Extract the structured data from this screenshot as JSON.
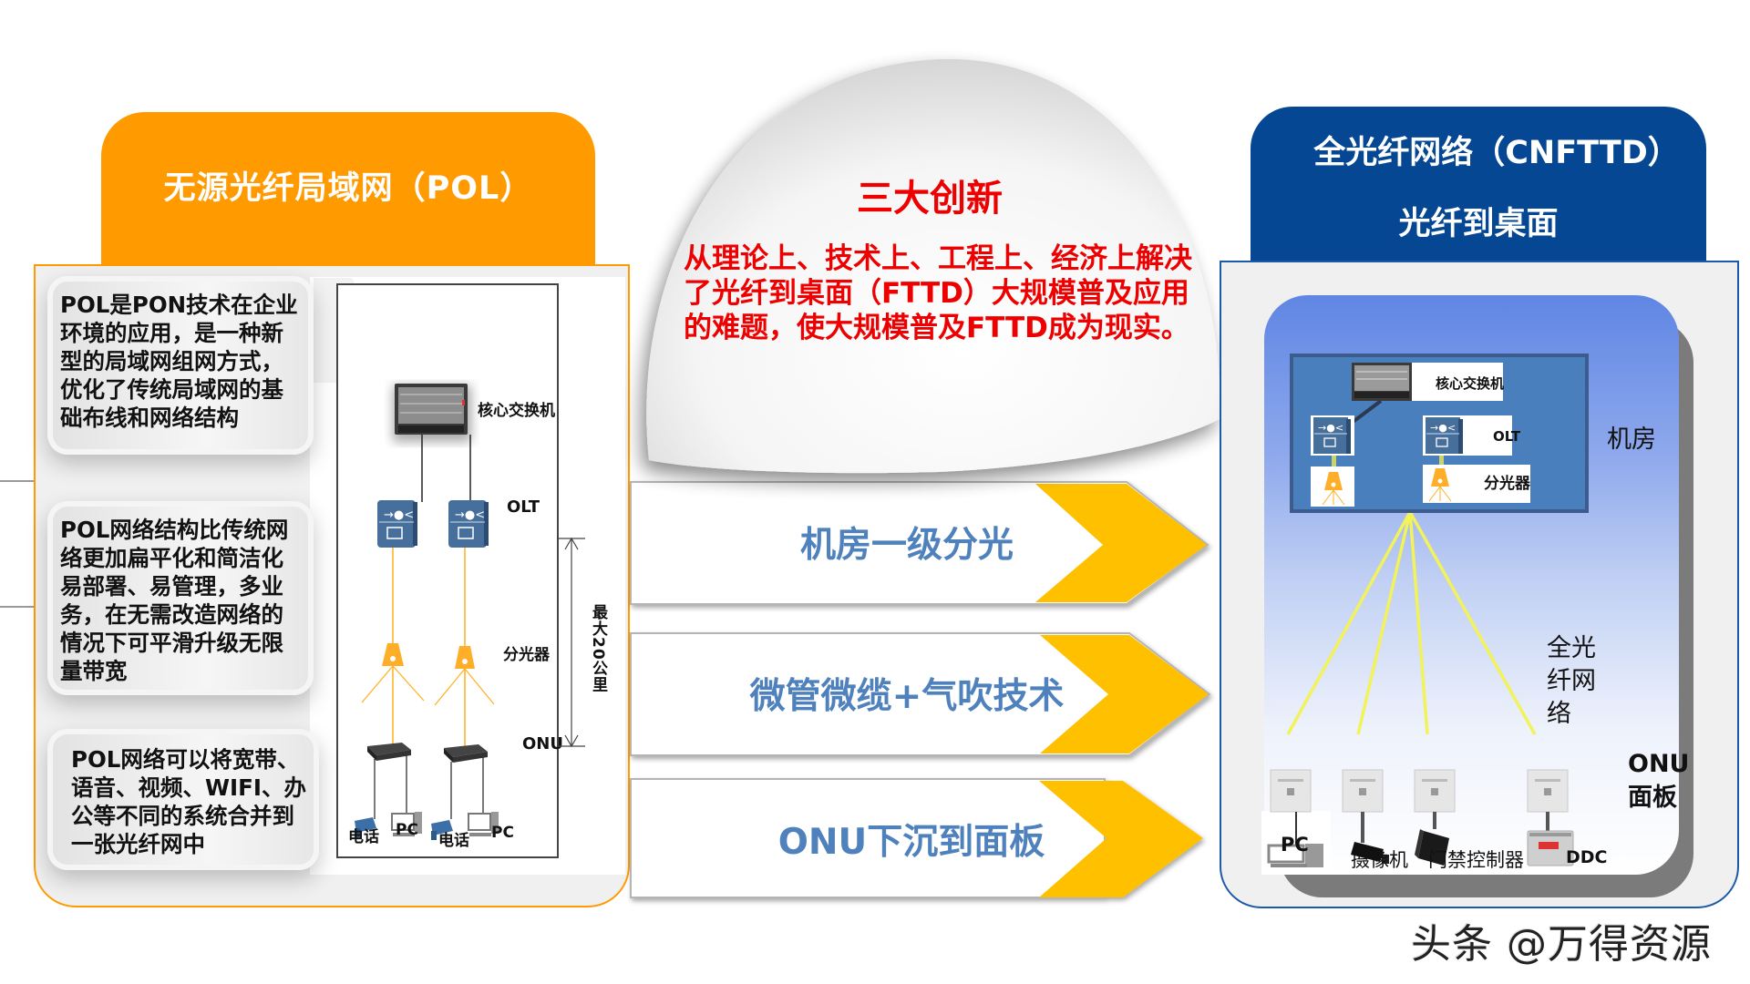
{
  "pol": {
    "header_title": "无源光纤局域网（POL）",
    "cards": [
      "POL是PON技术在企业环境的应用，是一种新型的局域网组网方式，优化了传统局域网的基础布线和网络结构",
      "POL网络结构比传统网络更加扁平化和简洁化易部署、易管理，多业务，在无需改造网络的情况下可平滑升级无限量带宽",
      "POL网络可以将宽带、语音、视频、WIFI、办公等不同的系统合并到一张光纤网中"
    ],
    "diagram": {
      "core_switch_label": "核心交换机",
      "olt_label": "OLT",
      "splitter_label": "分光器",
      "onu_label": "ONU",
      "distance_label": "最大20公里",
      "endpoints": [
        "电话",
        "PC",
        "电话",
        "PC"
      ]
    }
  },
  "innovation": {
    "title": "三大创新",
    "body": "从理论上、技术上、工程上、经济上解决了光纤到桌面（FTTD）大规模普及应用的难题，使大规模普及FTTD成为现实。",
    "arrows": [
      "机房一级分光",
      "微管微缆+气吹技术",
      "ONU下沉到面板"
    ]
  },
  "cnfttd": {
    "header_title": "全光纤网络（CNFTTD）",
    "header_subtitle": "光纤到桌面",
    "room_label": "机房",
    "core_switch_label": "核心交换机",
    "olt_label": "OLT",
    "splitter_label": "分光器",
    "fiber_label": "全光纤网络",
    "onu_panel_label": "ONU面板",
    "devices": [
      "PC",
      "摄像机",
      "门禁控制器",
      "DDC"
    ]
  },
  "colors": {
    "pol_orange": "#ff9a00",
    "cnfttd_blue": "#054792",
    "innovation_red": "#ee0000",
    "arrow_text_blue": "#4f81bd",
    "arrow_yellow": "#ffc000",
    "fiber_yellow": "#f2f25a"
  },
  "watermark": "头条 @万得资源"
}
